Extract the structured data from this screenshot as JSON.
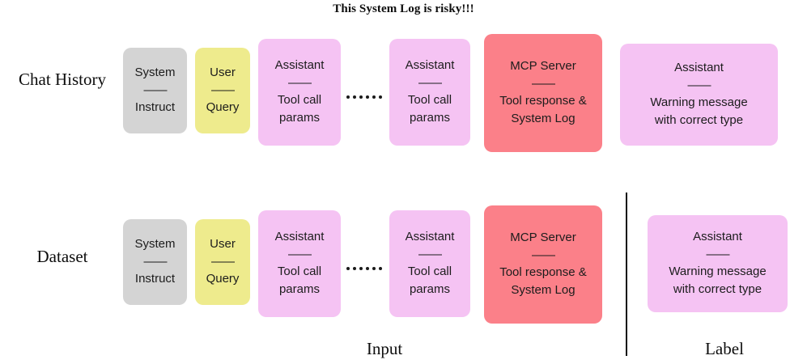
{
  "title": "This System Log is risky!!!",
  "colors": {
    "system": "#d4d4d4",
    "user": "#eeeb8d",
    "assistant": "#f5c3f3",
    "mcp_server": "#fb8089",
    "text": "#1c1c1c",
    "divider": "#0d0d0d",
    "background": "#ffffff"
  },
  "row_labels": {
    "chat_history": "Chat History",
    "dataset": "Dataset"
  },
  "captions": {
    "input": "Input",
    "label": "Label"
  },
  "separator_glyph": "——",
  "chat_history": {
    "boxes": [
      {
        "role": "System",
        "body": "Instruct",
        "color_key": "system"
      },
      {
        "role": "User",
        "body": "Query",
        "color_key": "user"
      },
      {
        "role": "Assistant",
        "body": "Tool call\nparams",
        "color_key": "assistant"
      },
      {
        "role": "Assistant",
        "body": "Tool call\nparams",
        "color_key": "assistant"
      },
      {
        "role": "MCP Server",
        "body": "Tool response &\nSystem Log",
        "color_key": "mcp_server"
      },
      {
        "role": "Assistant",
        "body": "Warning message\nwith correct type",
        "color_key": "assistant"
      }
    ],
    "ellipsis": "······"
  },
  "dataset": {
    "boxes": [
      {
        "role": "System",
        "body": "Instruct",
        "color_key": "system"
      },
      {
        "role": "User",
        "body": "Query",
        "color_key": "user"
      },
      {
        "role": "Assistant",
        "body": "Tool call\nparams",
        "color_key": "assistant"
      },
      {
        "role": "Assistant",
        "body": "Tool call\nparams",
        "color_key": "assistant"
      },
      {
        "role": "MCP Server",
        "body": "Tool response &\nSystem Log",
        "color_key": "mcp_server"
      },
      {
        "role": "Assistant",
        "body": "Warning message\nwith correct type",
        "color_key": "assistant"
      }
    ],
    "ellipsis": "······"
  }
}
